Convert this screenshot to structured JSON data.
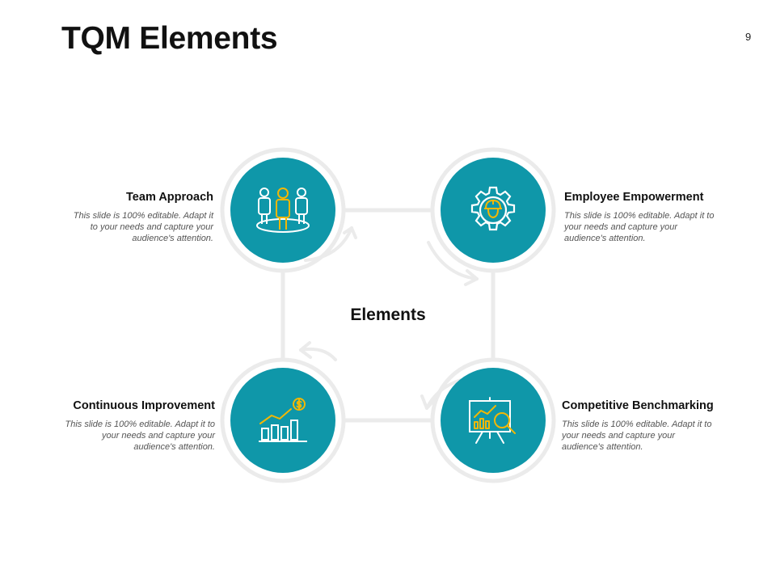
{
  "slide": {
    "title": "TQM Elements",
    "page_number": "9"
  },
  "center": {
    "label": "Elements"
  },
  "elements": [
    {
      "title": "Team Approach",
      "description": "This slide is 100% editable. Adapt it to your needs and capture your audience's attention.",
      "icon": "team-icon"
    },
    {
      "title": "Employee Empowerment",
      "description": "This slide is 100% editable. Adapt it to your needs and capture your audience's attention.",
      "icon": "gear-worker-icon"
    },
    {
      "title": "Continuous Improvement",
      "description": "This slide is 100% editable. Adapt it to your needs and capture your audience's attention.",
      "icon": "growth-chart-dollar-icon"
    },
    {
      "title": "Competitive Benchmarking",
      "description": "This slide is 100% editable. Adapt it to your needs and capture your audience's attention.",
      "icon": "presentation-board-magnifier-icon"
    }
  ],
  "colors": {
    "node": "#0f97a9",
    "ring": "#ececec",
    "icon_white": "#ffffff",
    "icon_accent": "#f2b705"
  }
}
